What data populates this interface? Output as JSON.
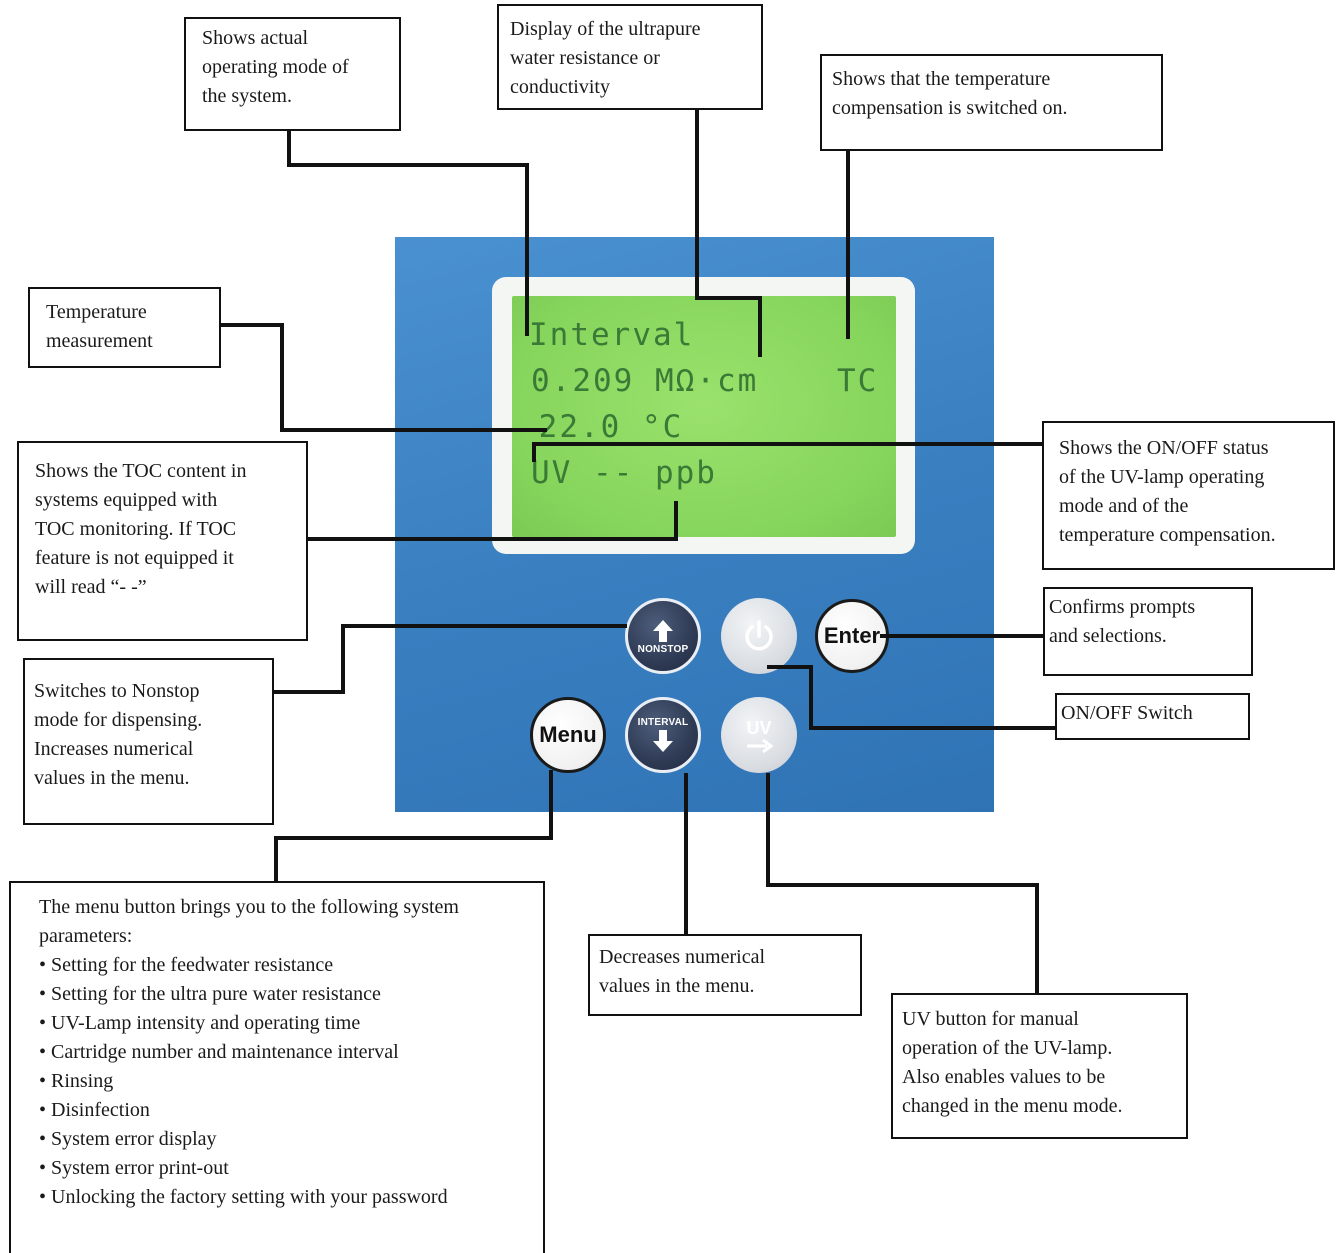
{
  "lcd": {
    "line1": "Interval",
    "line2": "0.209 MΩ·cm",
    "tc": "TC",
    "line3": " 22.0 °C",
    "line4": "UV -- ppb"
  },
  "buttons": {
    "nonstop": "NONSTOP",
    "interval": "INTERVAL",
    "uv": "UV",
    "enter": "Enter",
    "menu": "Menu"
  },
  "callouts": {
    "operating_mode": [
      "Shows actual",
      "operating mode of",
      "the system."
    ],
    "resistance": [
      "Display of the ultrapure",
      "water resistance or",
      "conductivity"
    ],
    "temp_comp": [
      "Shows that the temperature",
      "compensation is switched on."
    ],
    "temperature": [
      "Temperature",
      "measurement"
    ],
    "toc": [
      "Shows the TOC content in",
      "systems equipped with",
      "TOC monitoring. If TOC",
      "feature is not equipped it",
      "will read “- -”"
    ],
    "uv_status": [
      "Shows the ON/OFF status",
      "of the UV-lamp operating",
      "mode and of the",
      "temperature compensation."
    ],
    "enter": [
      "Confirms prompts",
      "and selections."
    ],
    "on_off": [
      "ON/OFF Switch"
    ],
    "nonstop": [
      "Switches to Nonstop",
      "mode for dispensing.",
      "Increases numerical",
      "values in the menu."
    ],
    "menu": {
      "intro": [
        "The menu button brings you to the following system",
        "parameters:"
      ],
      "items": [
        "• Setting for the feedwater resistance",
        "• Setting for the ultra pure water resistance",
        "• UV-Lamp intensity and operating time",
        "• Cartridge number and maintenance interval",
        "• Rinsing",
        "• Disinfection",
        "• System error display",
        "• System error print-out",
        "• Unlocking the factory setting with your password"
      ]
    },
    "interval": [
      "Decreases numerical",
      "values in the menu."
    ],
    "uv_button": [
      "UV button for manual",
      "operation of the UV-lamp.",
      "Also enables values to be",
      "changed in the menu mode."
    ]
  }
}
